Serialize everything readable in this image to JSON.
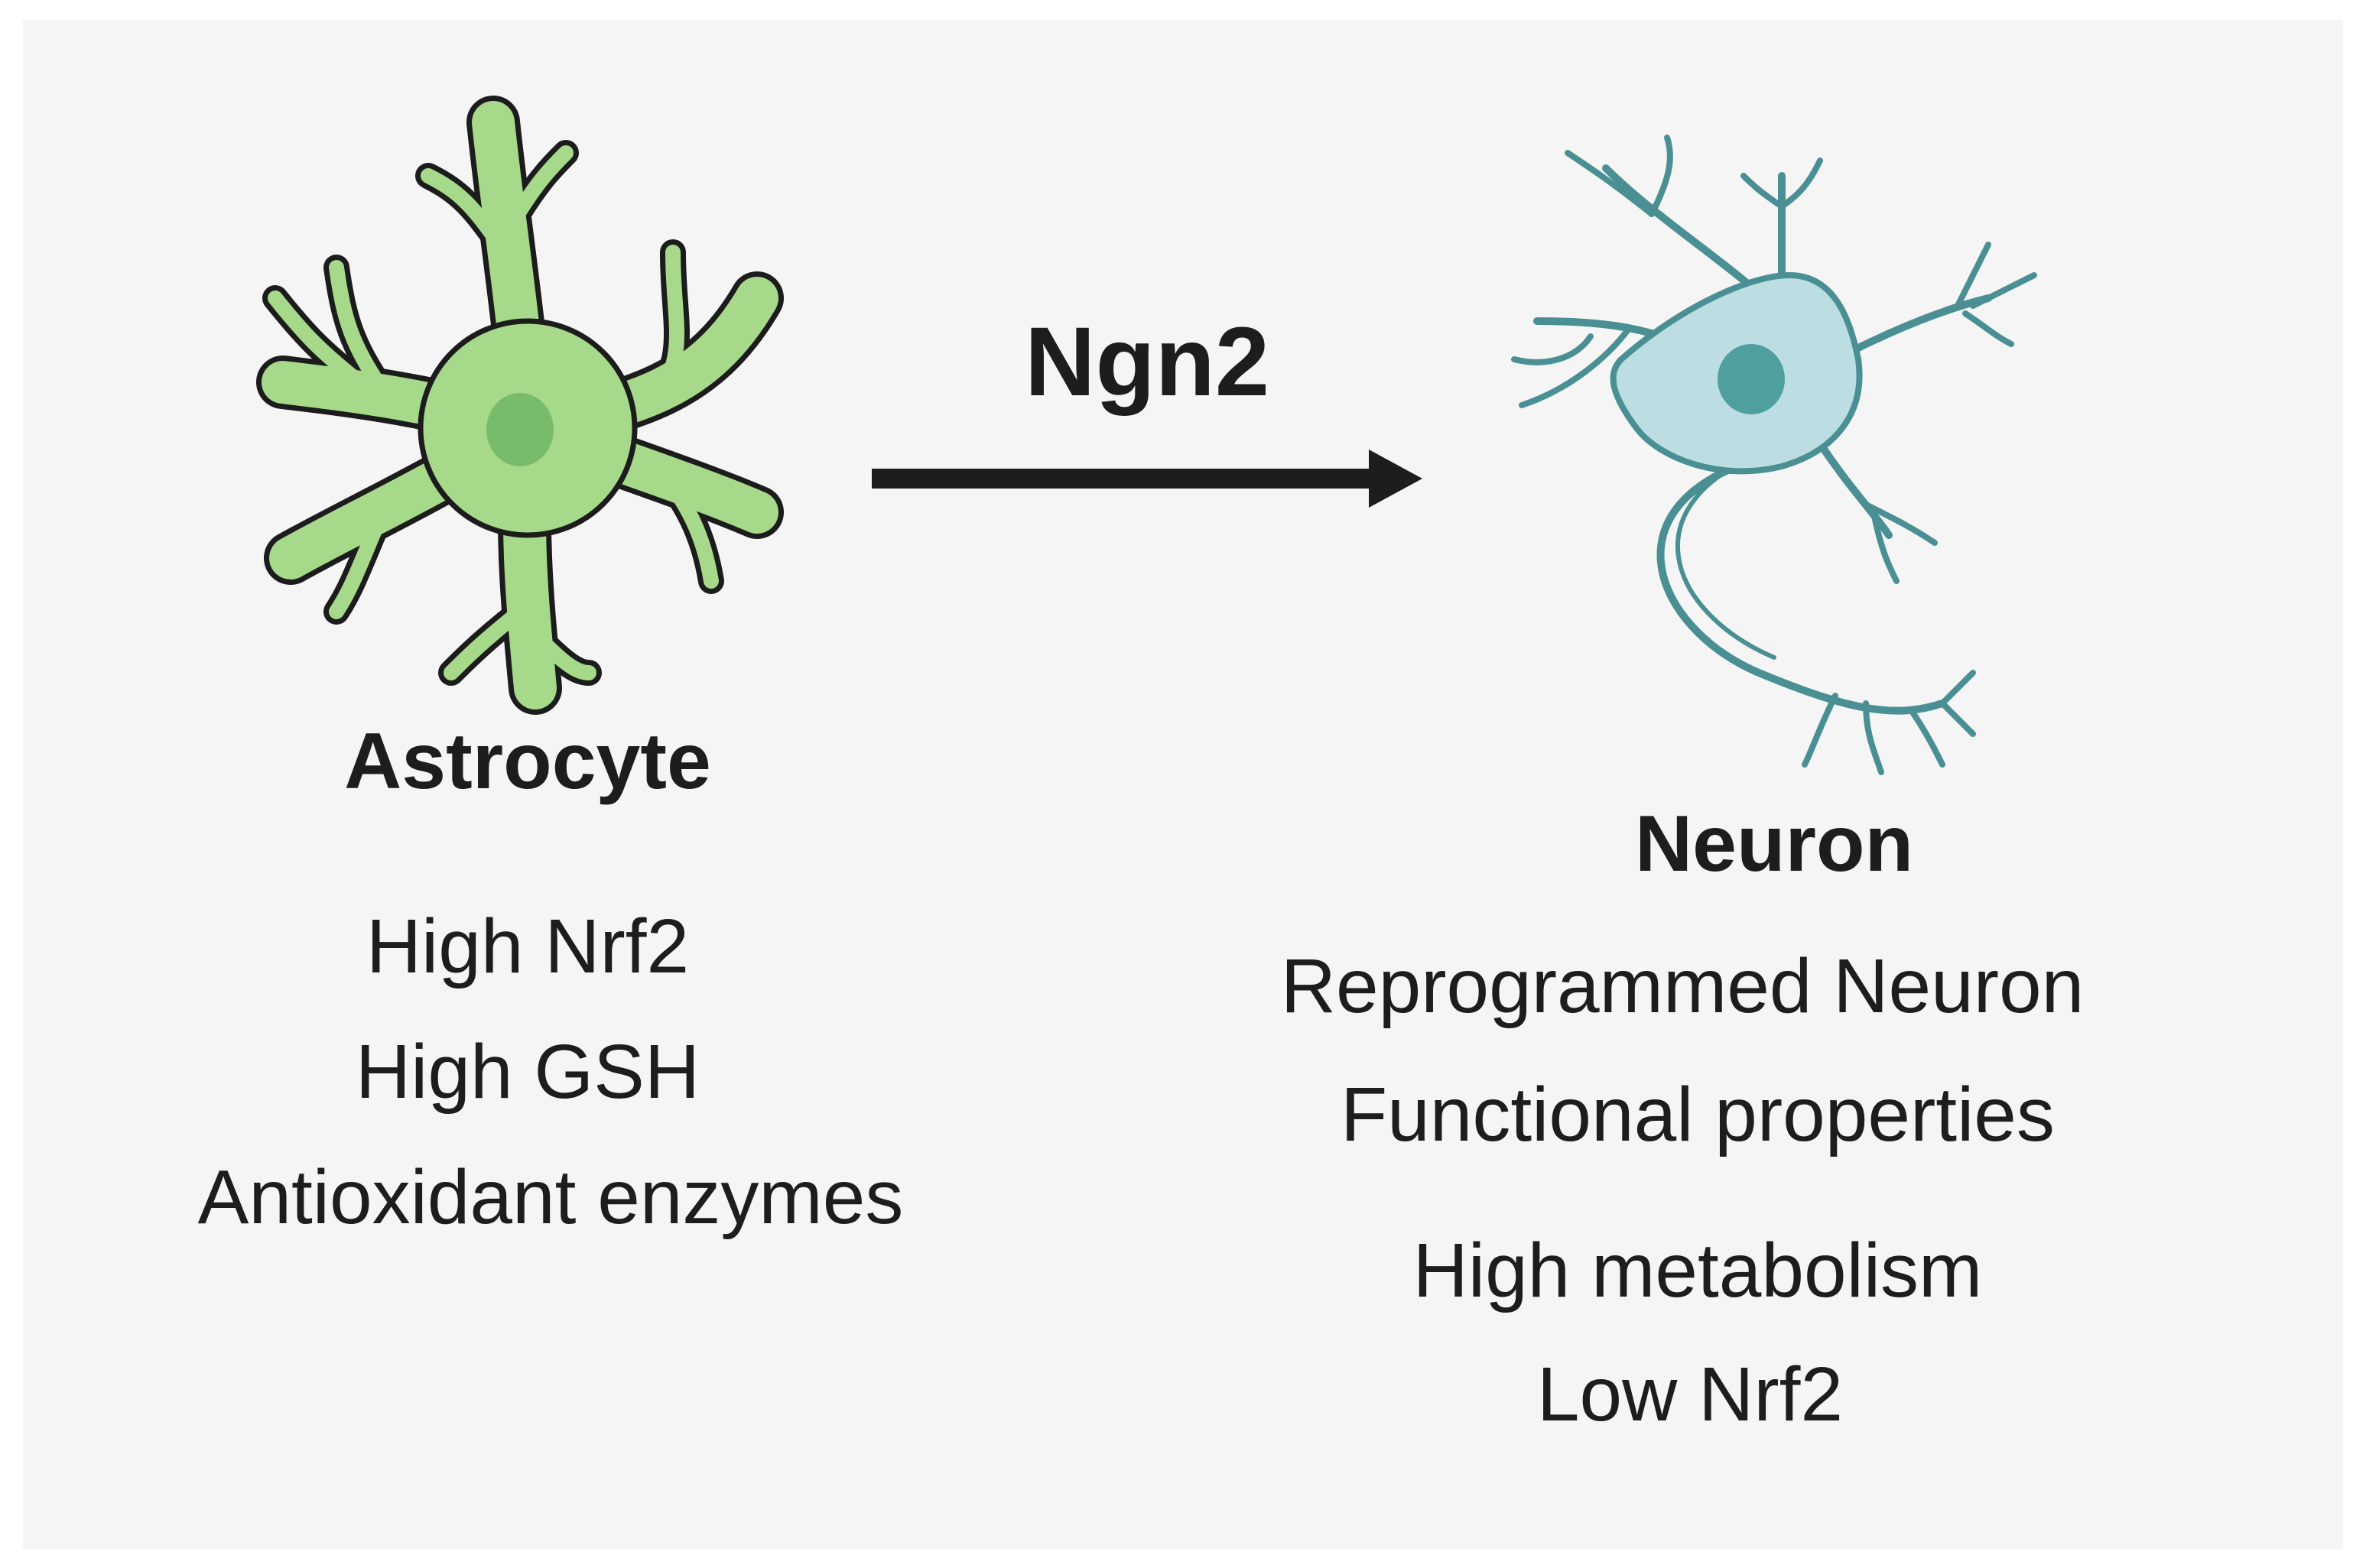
{
  "diagram": {
    "arrow_label": "Ngn2",
    "astrocyte": {
      "title": "Astrocyte",
      "properties": [
        "High Nrf2",
        "High GSH",
        "Antioxidant enzymes"
      ],
      "colors": {
        "fill": "#a6d98a",
        "nucleus": "#78bb6c",
        "outline": "#1c1c1c"
      }
    },
    "neuron": {
      "title": "Neuron",
      "properties": [
        "Reprogrammed Neuron",
        "Functional properties",
        "High metabolism",
        "Low Nrf2"
      ],
      "colors": {
        "fill": "#bcdde2",
        "nucleus": "#4f9f9f",
        "outline": "#4a8f93"
      }
    },
    "arrow_color": "#1d1d1d",
    "background": "#f5f5f5"
  }
}
